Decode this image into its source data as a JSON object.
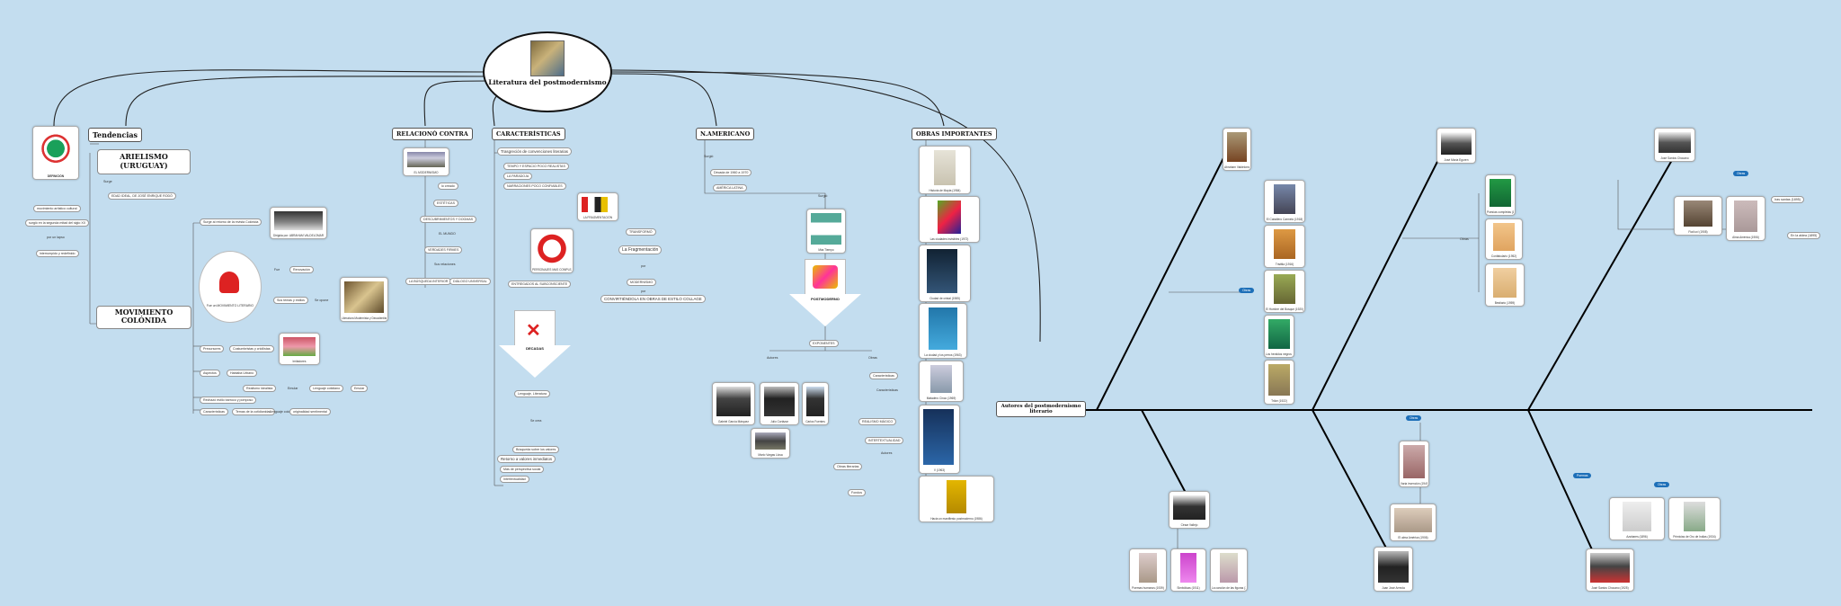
{
  "center": {
    "title": "Literatura del postmodernismo",
    "colors": {
      "background": "#c3ddef",
      "accent": "#1d6fb8"
    }
  },
  "definicion": {
    "label": "DEFINICIÓN",
    "items": [
      "movimiento artístico cultural",
      "surgió en la segunda mitad del siglo XX",
      "por un lapso",
      "interrumpido y redefinido"
    ]
  },
  "tendencias": {
    "label": "Tendencias",
    "arielismo": "ARIELISMO (URUGUAY)",
    "arielismo_sub": [
      "Surge",
      "EDAD IDEAL, DE JOSÉ ENRIQUE RODÓ"
    ],
    "colonida": "MOVIMIENTO COLÓNIDA",
    "colonida_items": [
      "Surge al retorno de la revista Colónida",
      "Dirigida por: ABRAHAM VALDELOMAR",
      "Fue un MOVIMIENTO LITERARIO",
      "Fue",
      "Renovación",
      "Sus temas y estilos",
      "Se opone",
      "Literatura Modernista y Decadentista",
      "Precursores",
      "Costumbristas y criollistas",
      "Imitadores",
      "Aspectos",
      "Hablaba Urbano",
      "Realismo Idealista",
      "Lenguaje cotidiano",
      "Emular",
      "Rechazó estilo barroco y pomposo",
      "Características",
      "Temas de la cotidianidad",
      "Lenguaje coloquial",
      "originalidad sentimental"
    ]
  },
  "relacion": {
    "label": "RELACIONÓ CONTRA",
    "items": [
      "EL MODERNISMO",
      "lo creado",
      "ESTÉTICAS",
      "DESCUBRIMIENTOS Y DOGMAS",
      "EL MUNDO",
      "VERDADES FIRMES",
      "Sus relaciones",
      "LA BÚSQUEDA INTERIOR",
      "DIÁLOGO UNIVERSAL"
    ]
  },
  "caracteristicas": {
    "label": "CARACTERÍSTICAS",
    "items": [
      "Trasgreción de convenciones literarias",
      "TEMPO Y ESPACIO POCO REALISTAS",
      "LA PARADOJA",
      "NARRACIONES POCO CONFIABLES",
      "LA FRAGMENTACIÓN",
      "TRANSFORMÓ",
      "La Fragmentación",
      "PERSONAJES MAS COMPLEJOS",
      "ENTREGADOS AL SUBCONSCIENTE",
      "CONVIRTIÉNDOLA EN OBRAS DE ESTILO COLLAGE",
      "MODERNISMO",
      "por",
      "DECADAS",
      "Lenguaje, Literatura",
      "Se crea",
      "Búsqueda sobre los valores",
      "Retorno a valores inmediatos",
      "Más de perspectiva social",
      "Intertextualidad"
    ]
  },
  "americano": {
    "label": "N.AMERICANO",
    "items": [
      "Surgió",
      "Década de 1960 a 1970",
      "AMÉRICA LATINA",
      "Surgió",
      "Más Tiempo",
      "POSTMODERNO",
      "EXPONENTES",
      "Autores",
      "Obras",
      "Gabriel García Márquez",
      "Julio Cortázar",
      "Carlos Fuentes",
      "Mario Vargas Llosa",
      "Características",
      "REALISMO MÁGICO",
      "INTERTEXTUALIDAD",
      "Obras literarias",
      "Fondos"
    ]
  },
  "obras": {
    "label": "OBRAS IMPORTANTES",
    "items": [
      "Historia de Mayta (1984)",
      "Las ciudades invisibles (1972)",
      "Ciudad de cristal (1985)",
      "La ciudad y los perros (1963)",
      "Matadero Cinco (1969)",
      "V (1963)",
      "Hacia un manifiesto postmoderno (1986)"
    ]
  },
  "autores": {
    "label": "Autores del postmodernismo literario",
    "tags": [
      "Obras",
      "Obras",
      "Obras",
      "Obras",
      "Poemas"
    ],
    "people": [
      "Abraham Valdelomar",
      "César Vallejo",
      "José María Eguren",
      "Juan José Arreola",
      "José Santos Chocano",
      "José Santos Chocano (1925)"
    ],
    "books": [
      "El Caballero Carmelo (1918)",
      "Tristitia (1916)",
      "El Hombre del Bosque (1920)",
      "Los heraldos negros (1918)",
      "Trilce (1922)",
      "Poemas humanos (1939)",
      "Simbólicas (1911)",
      "La canción de las figuras (1916)",
      "Poesías completas (1929)",
      "Confabulario (1952)",
      "Bestiario (1959)",
      "Varia invención (1949)",
      "El alma América (1906)",
      "Fiat lux! (1908)",
      "Alma América (1906)",
      "Iras santas (1895)",
      "En la aldea (1895)",
      "Azahares (1896)",
      "Primicias de Oro de Indias (1934)"
    ]
  }
}
